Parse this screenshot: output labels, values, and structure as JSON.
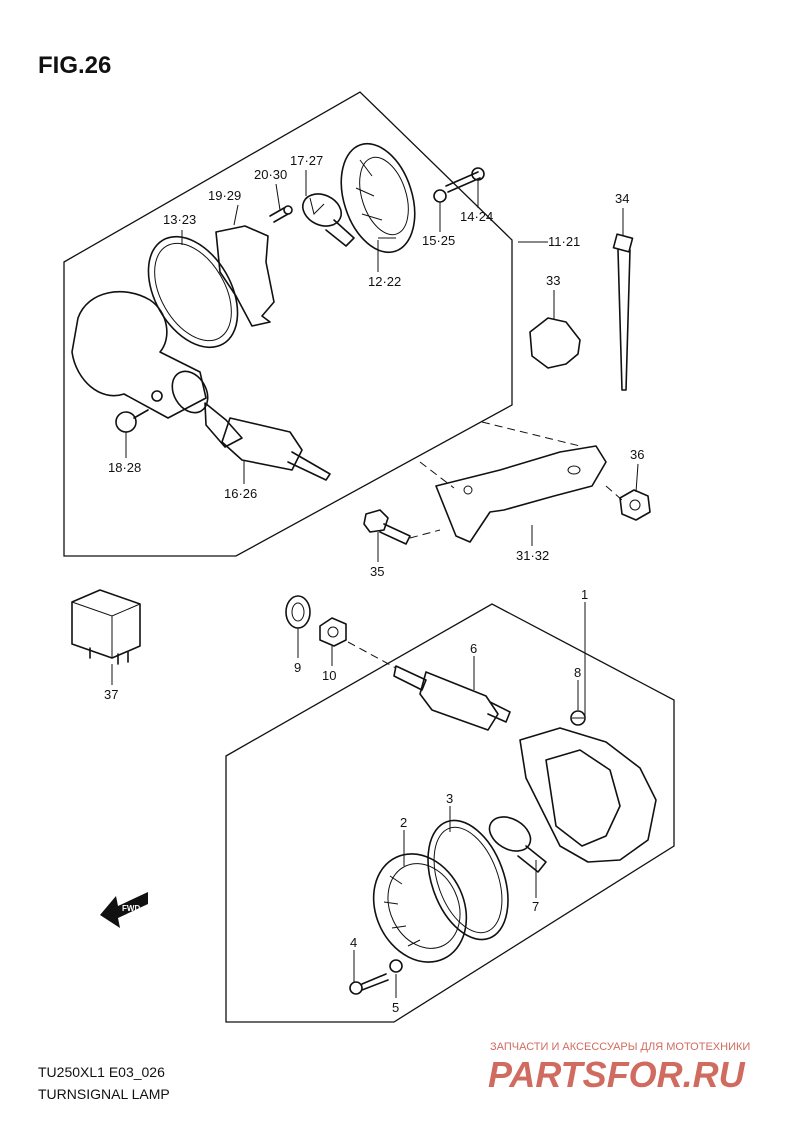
{
  "figure": {
    "title": "FIG.26"
  },
  "footer": {
    "model": "TU250XL1 E03_026",
    "caption": "TURNSIGNAL LAMP"
  },
  "watermark": {
    "tagline": "ЗАПЧАСТИ И АКСЕССУАРЫ ДЛЯ МОТОТЕХНИКИ",
    "site": "PARTSFOR.RU",
    "color": "#c0392b"
  },
  "fwd_badge": "FWD",
  "callouts": {
    "p1": "1",
    "p2": "2",
    "p3": "3",
    "p4": "4",
    "p5": "5",
    "p6": "6",
    "p7": "7",
    "p8": "8",
    "p9": "9",
    "p10": "10",
    "p11_21": "11·21",
    "p12_22": "12·22",
    "p13_23": "13·23",
    "p14_24": "14·24",
    "p15_25": "15·25",
    "p16_26": "16·26",
    "p17_27": "17·27",
    "p18_28": "18·28",
    "p19_29": "19·29",
    "p20_30": "20·30",
    "p31_32": "31·32",
    "p33": "33",
    "p34": "34",
    "p35": "35",
    "p36": "36",
    "p37": "37"
  }
}
